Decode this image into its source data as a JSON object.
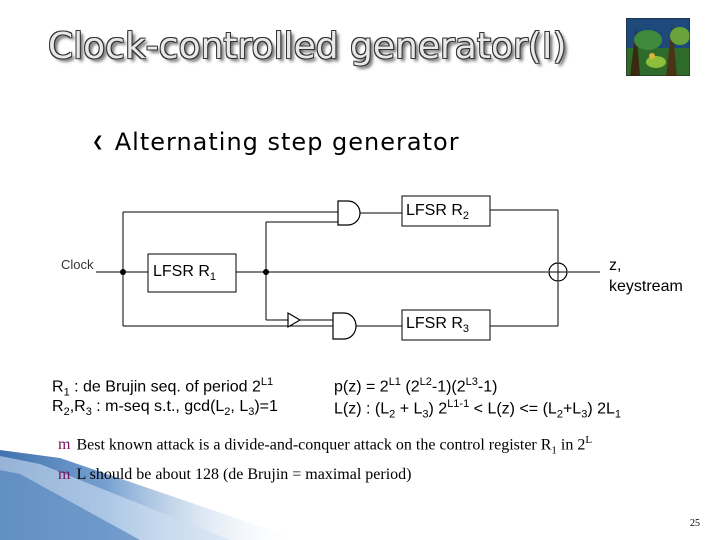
{
  "slide": {
    "title": "Clock-controlled generator(I)",
    "bullet": "Alternating step generator",
    "page_number": "25"
  },
  "diagram": {
    "clock_label": "Clock",
    "lfsr_r1": {
      "base": "LFSR R",
      "sub": "1"
    },
    "lfsr_r2": {
      "base": "LFSR R",
      "sub": "2"
    },
    "lfsr_r3": {
      "base": "LFSR R",
      "sub": "3"
    },
    "output_line1": "z,",
    "output_line2": "keystream"
  },
  "left_text": {
    "line1": {
      "a": "R",
      "a_sub": "1",
      "b": " : de Brujin seq. of period 2",
      "b_sup": "L1"
    },
    "line2": {
      "a": "R",
      "a_sub": "2",
      "b": ",R",
      "b_sub": "3",
      "c": " : m-seq s.t., gcd(L",
      "c_sub": "2",
      "d": ", L",
      "d_sub": "3",
      "e": ")=1"
    }
  },
  "right_text": {
    "line1": {
      "a": "p(z) = 2",
      "a_sup": "L1",
      "b": " (2",
      "b_sup": "L2",
      "c": "-1)(2",
      "c_sup": "L3",
      "d": "-1)"
    },
    "line2": {
      "a": "L(z) : (L",
      "a_sub": "2",
      "b": " + L",
      "b_sub": "3",
      "c": ") 2",
      "c_sup": "L1-1",
      "d": " < L(z) <= (L",
      "d_sub": "2",
      "e": "+L",
      "e_sub": "3",
      "f": ") 2L",
      "f_sub": "1"
    }
  },
  "notes": [
    {
      "marker": "m",
      "text": "Best known attack is a divide-and-conquer attack on the control register R",
      "sub": "1",
      "tail": " in 2",
      "tail_sup": "L"
    },
    {
      "marker": "m",
      "text": "L should be about 128 (de Brujin = maximal period)"
    }
  ]
}
